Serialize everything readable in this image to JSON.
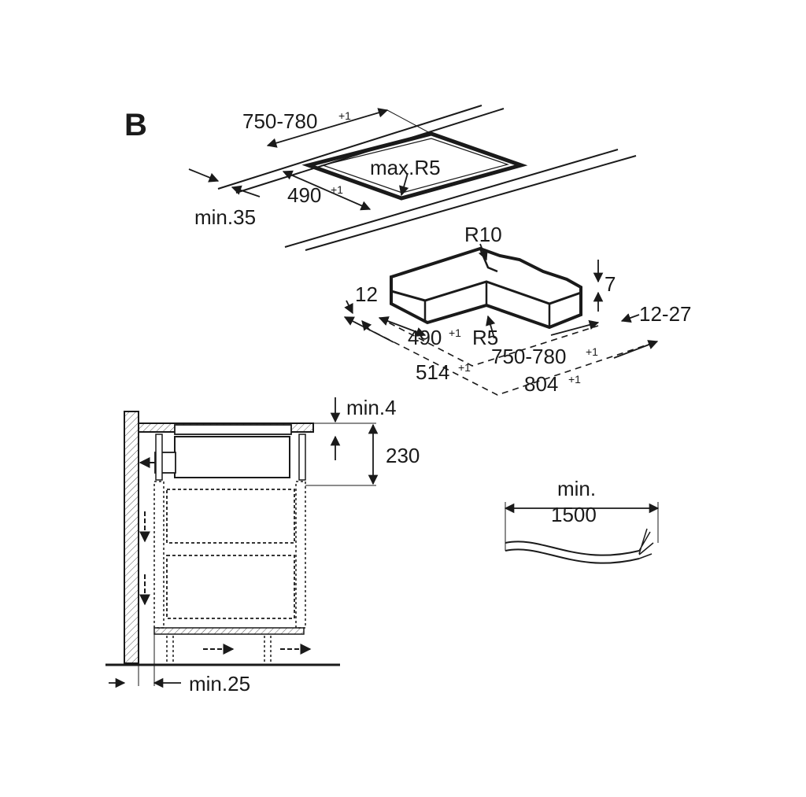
{
  "section_label": "B",
  "top_view": {
    "width_label": "750-780",
    "width_tol": "+1",
    "depth_label": "490",
    "depth_tol": "+1",
    "radius_label": "max.R5",
    "edge_label": "min.35"
  },
  "frame_view": {
    "radius_top": "R10",
    "radius_inner": "R5",
    "thickness_label": "12",
    "step_label": "7",
    "rim_label": "12-27",
    "inner_depth": "490",
    "inner_depth_tol": "+1",
    "inner_width": "750-780",
    "inner_width_tol": "+1",
    "outer_depth": "514",
    "outer_depth_tol": "+1",
    "outer_width": "804",
    "outer_width_tol": "+1"
  },
  "side_view": {
    "gap_label": "min.4",
    "height_label": "230",
    "wall_gap_label": "min.25"
  },
  "cable": {
    "label_line1": "min.",
    "label_line2": "1500"
  }
}
